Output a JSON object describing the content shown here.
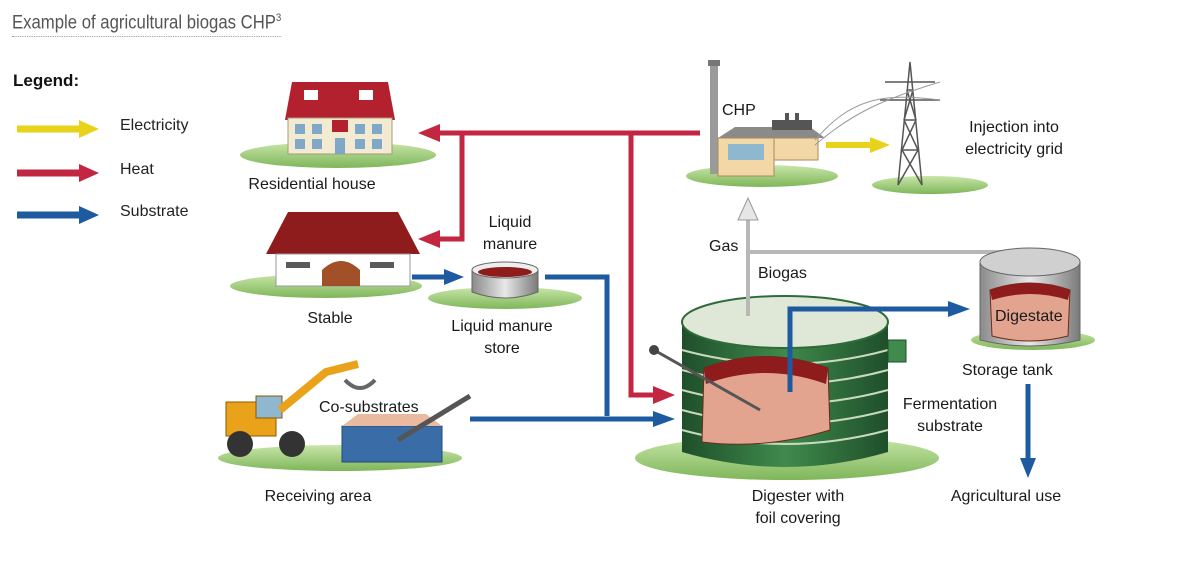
{
  "title": "Example of agricultural biogas CHP",
  "title_sup": "3",
  "legend": {
    "title": "Legend:",
    "items": [
      {
        "label": "Electricity",
        "color": "#e8d21a"
      },
      {
        "label": "Heat",
        "color": "#c22640"
      },
      {
        "label": "Substrate",
        "color": "#1d5aa0"
      }
    ]
  },
  "labels": {
    "residential_house": "Residential house",
    "chp": "CHP",
    "injection": "Injection into electricity grid",
    "stable": "Stable",
    "liquid_manure": "Liquid manure",
    "liquid_manure_store": "Liquid manure store",
    "gas": "Gas",
    "biogas": "Biogas",
    "digestate": "Digestate",
    "storage_tank": "Storage tank",
    "co_substrates": "Co-substrates",
    "fermentation_substrate": "Fermentation substrate",
    "receiving_area": "Receiving area",
    "digester": "Digester with foil covering",
    "agricultural_use": "Agricultural use"
  },
  "colors": {
    "electricity": "#e8d21a",
    "heat": "#c22640",
    "substrate": "#1d5aa0",
    "gas": "#b8b8b8",
    "ground": "#9ccc7a",
    "digester_green": "#2f6b3a"
  }
}
